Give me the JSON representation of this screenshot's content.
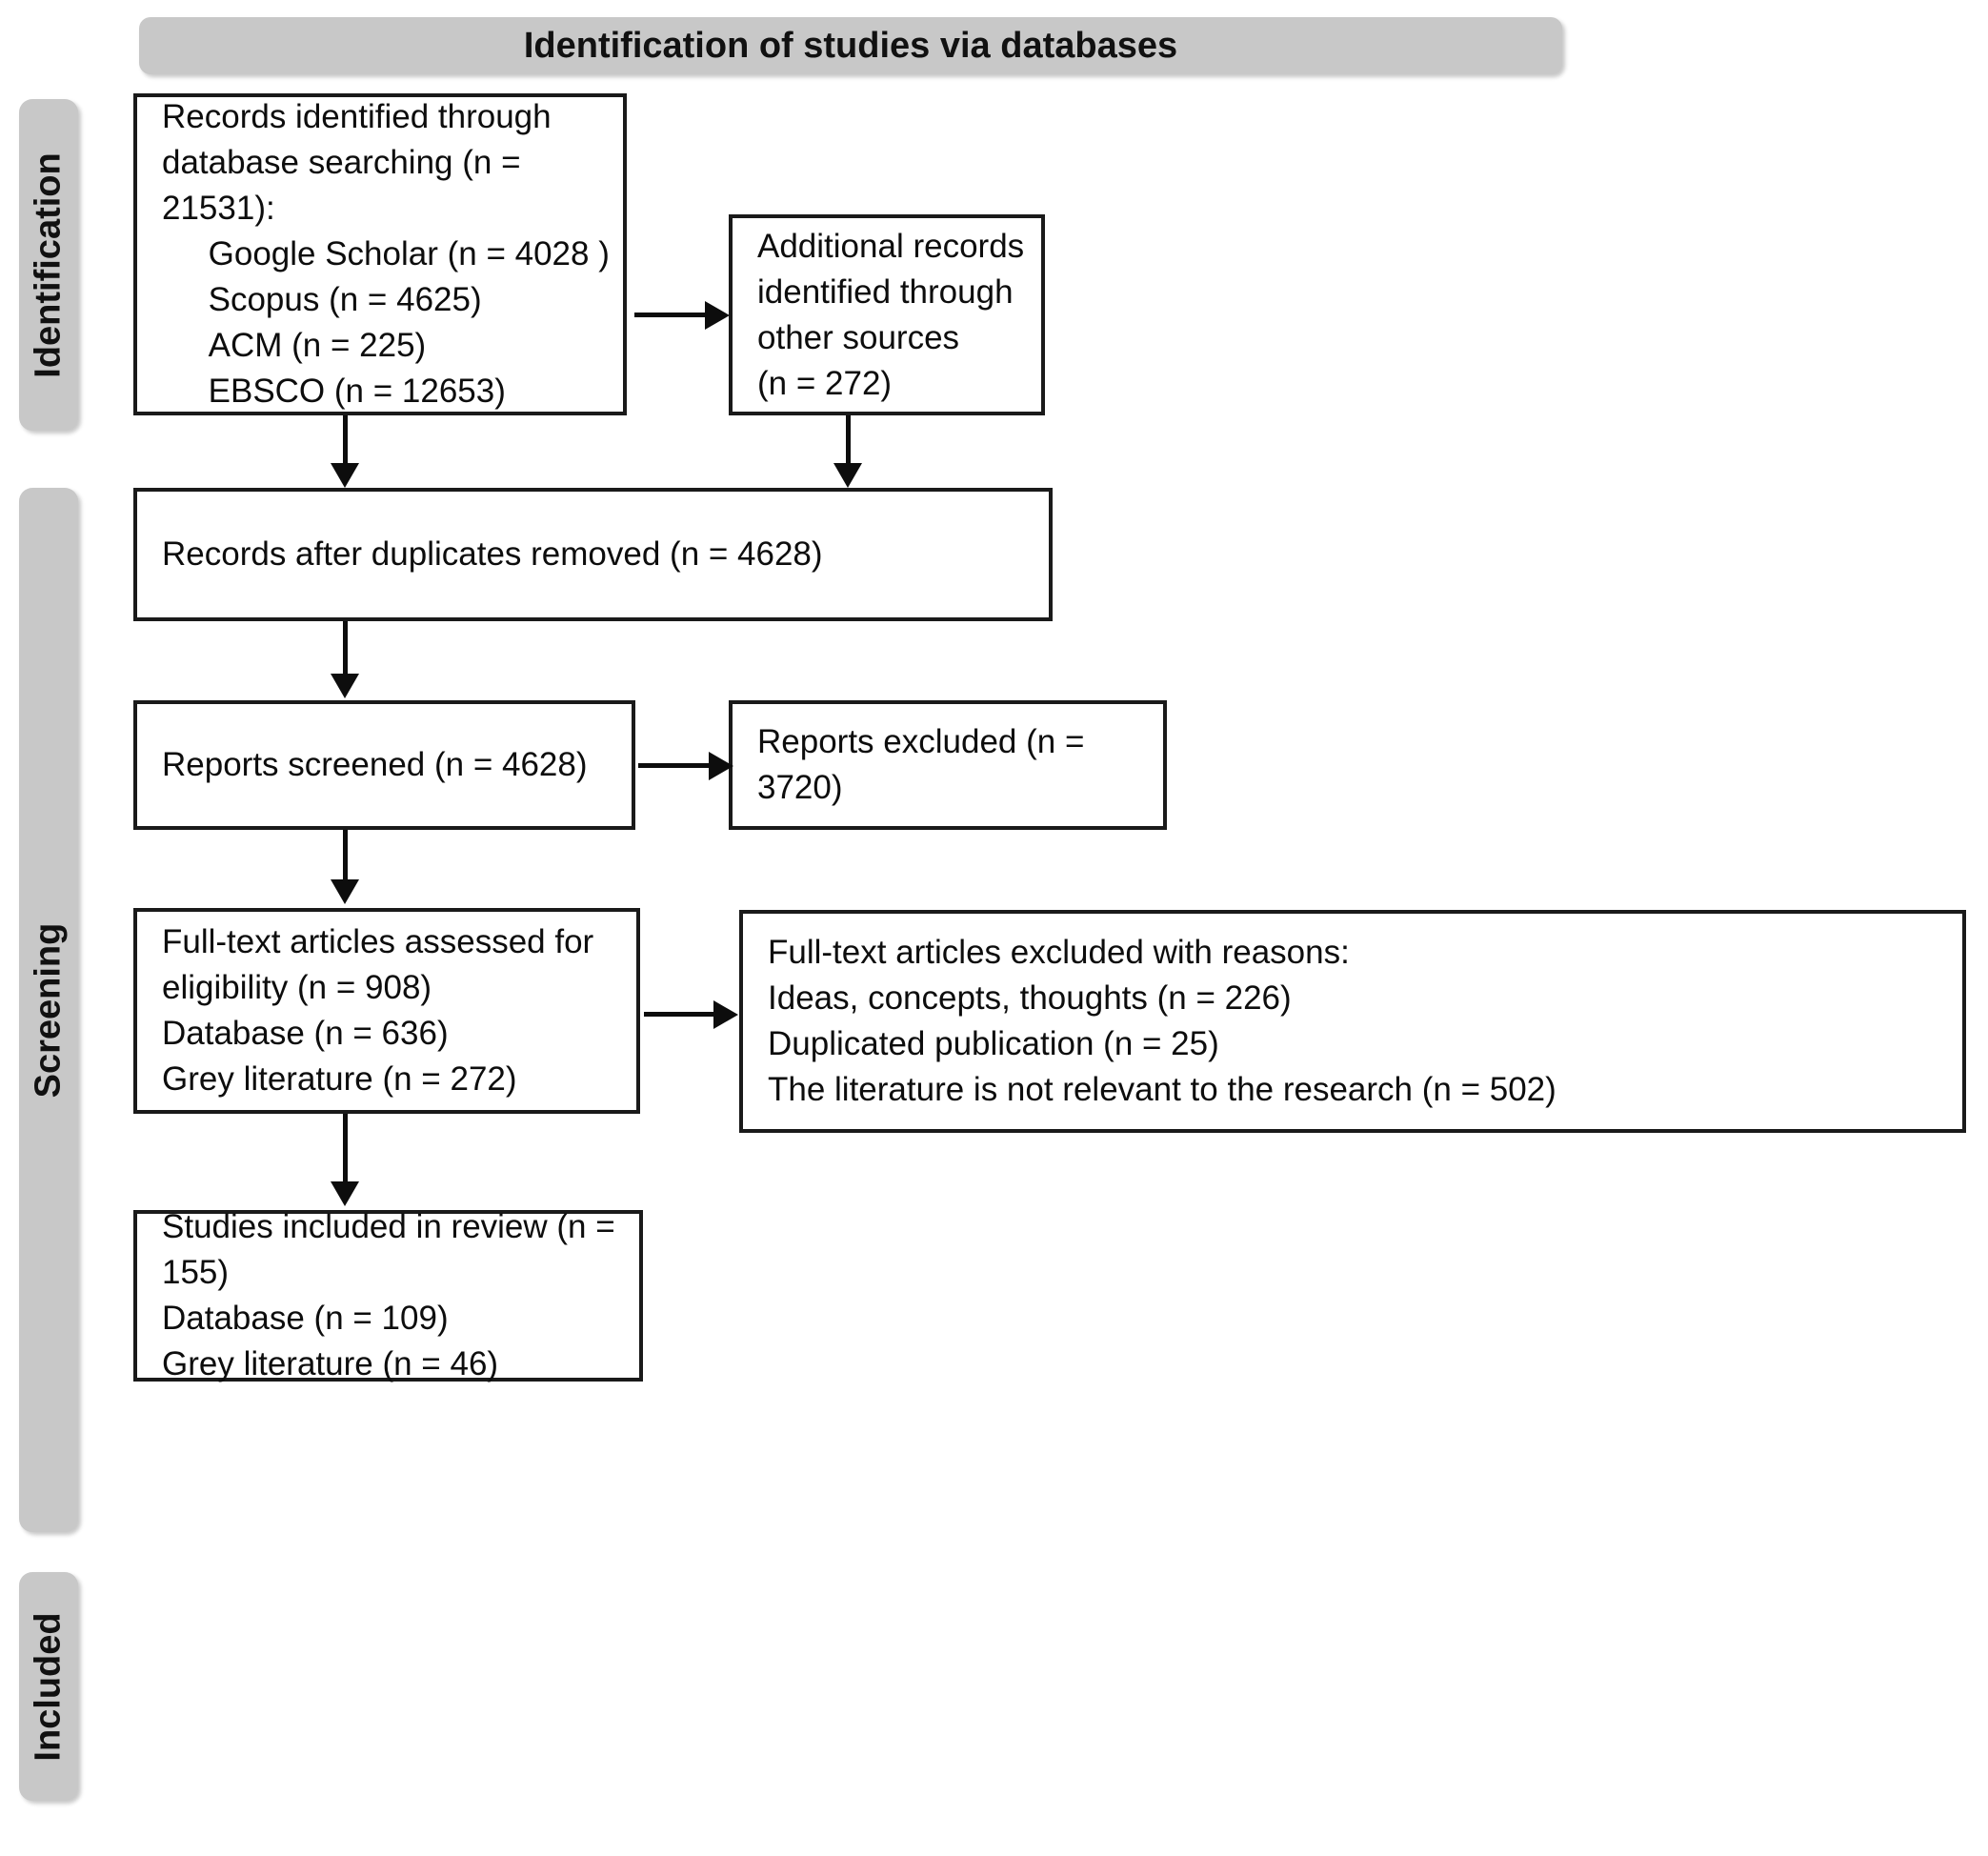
{
  "banner": {
    "title": "Identification of studies via databases"
  },
  "phases": [
    {
      "id": "identification",
      "label": "Identification"
    },
    {
      "id": "screening",
      "label": "Screening"
    },
    {
      "id": "included",
      "label": "Included"
    }
  ],
  "boxes": {
    "records_identified": {
      "text": "Records identified through\ndatabase searching (n = 21531):\n     Google Scholar (n = 4028 )\n     Scopus (n = 4625)\n     ACM (n = 225)\n     EBSCO (n = 12653)"
    },
    "additional_records": {
      "text": "Additional records\nidentified through\nother sources\n(n = 272)"
    },
    "duplicates_removed": {
      "text": "Records after duplicates removed (n = 4628)"
    },
    "reports_screened": {
      "text": "Reports screened (n = 4628)"
    },
    "reports_excluded": {
      "text": "Reports excluded (n = 3720)"
    },
    "fulltext_assessed": {
      "text": "Full-text articles assessed for\neligibility (n = 908)\nDatabase (n = 636)\nGrey literature (n = 272)"
    },
    "fulltext_excluded": {
      "text": "Full-text articles excluded with reasons:\nIdeas, concepts, thoughts (n = 226)\nDuplicated publication (n = 25)\nThe literature is not relevant to the research (n = 502)"
    },
    "studies_included": {
      "text": "Studies included in review (n = 155)\nDatabase (n = 109)\nGrey literature (n = 46)"
    }
  },
  "flow_data": {
    "type": "prisma-flow-diagram",
    "identified_total": 21531,
    "sources": [
      {
        "name": "Google Scholar",
        "n": 4028
      },
      {
        "name": "Scopus",
        "n": 4625
      },
      {
        "name": "ACM",
        "n": 225
      },
      {
        "name": "EBSCO",
        "n": 12653
      }
    ],
    "additional_records_other_sources": 272,
    "after_duplicates_removed": 4628,
    "reports_screened": 4628,
    "reports_excluded": 3720,
    "fulltext_assessed": 908,
    "fulltext_assessed_database": 636,
    "fulltext_assessed_grey": 272,
    "fulltext_excluded_reasons": [
      {
        "reason": "Ideas, concepts, thoughts",
        "n": 226
      },
      {
        "reason": "Duplicated publication",
        "n": 25
      },
      {
        "reason": "The literature is not relevant to the research",
        "n": 502
      }
    ],
    "included_total": 155,
    "included_database": 109,
    "included_grey": 46
  },
  "colors": {
    "phase_bar": "#c8c8c8",
    "box_border": "#1a1a1a",
    "text": "#0d0d0d",
    "background": "#ffffff"
  }
}
